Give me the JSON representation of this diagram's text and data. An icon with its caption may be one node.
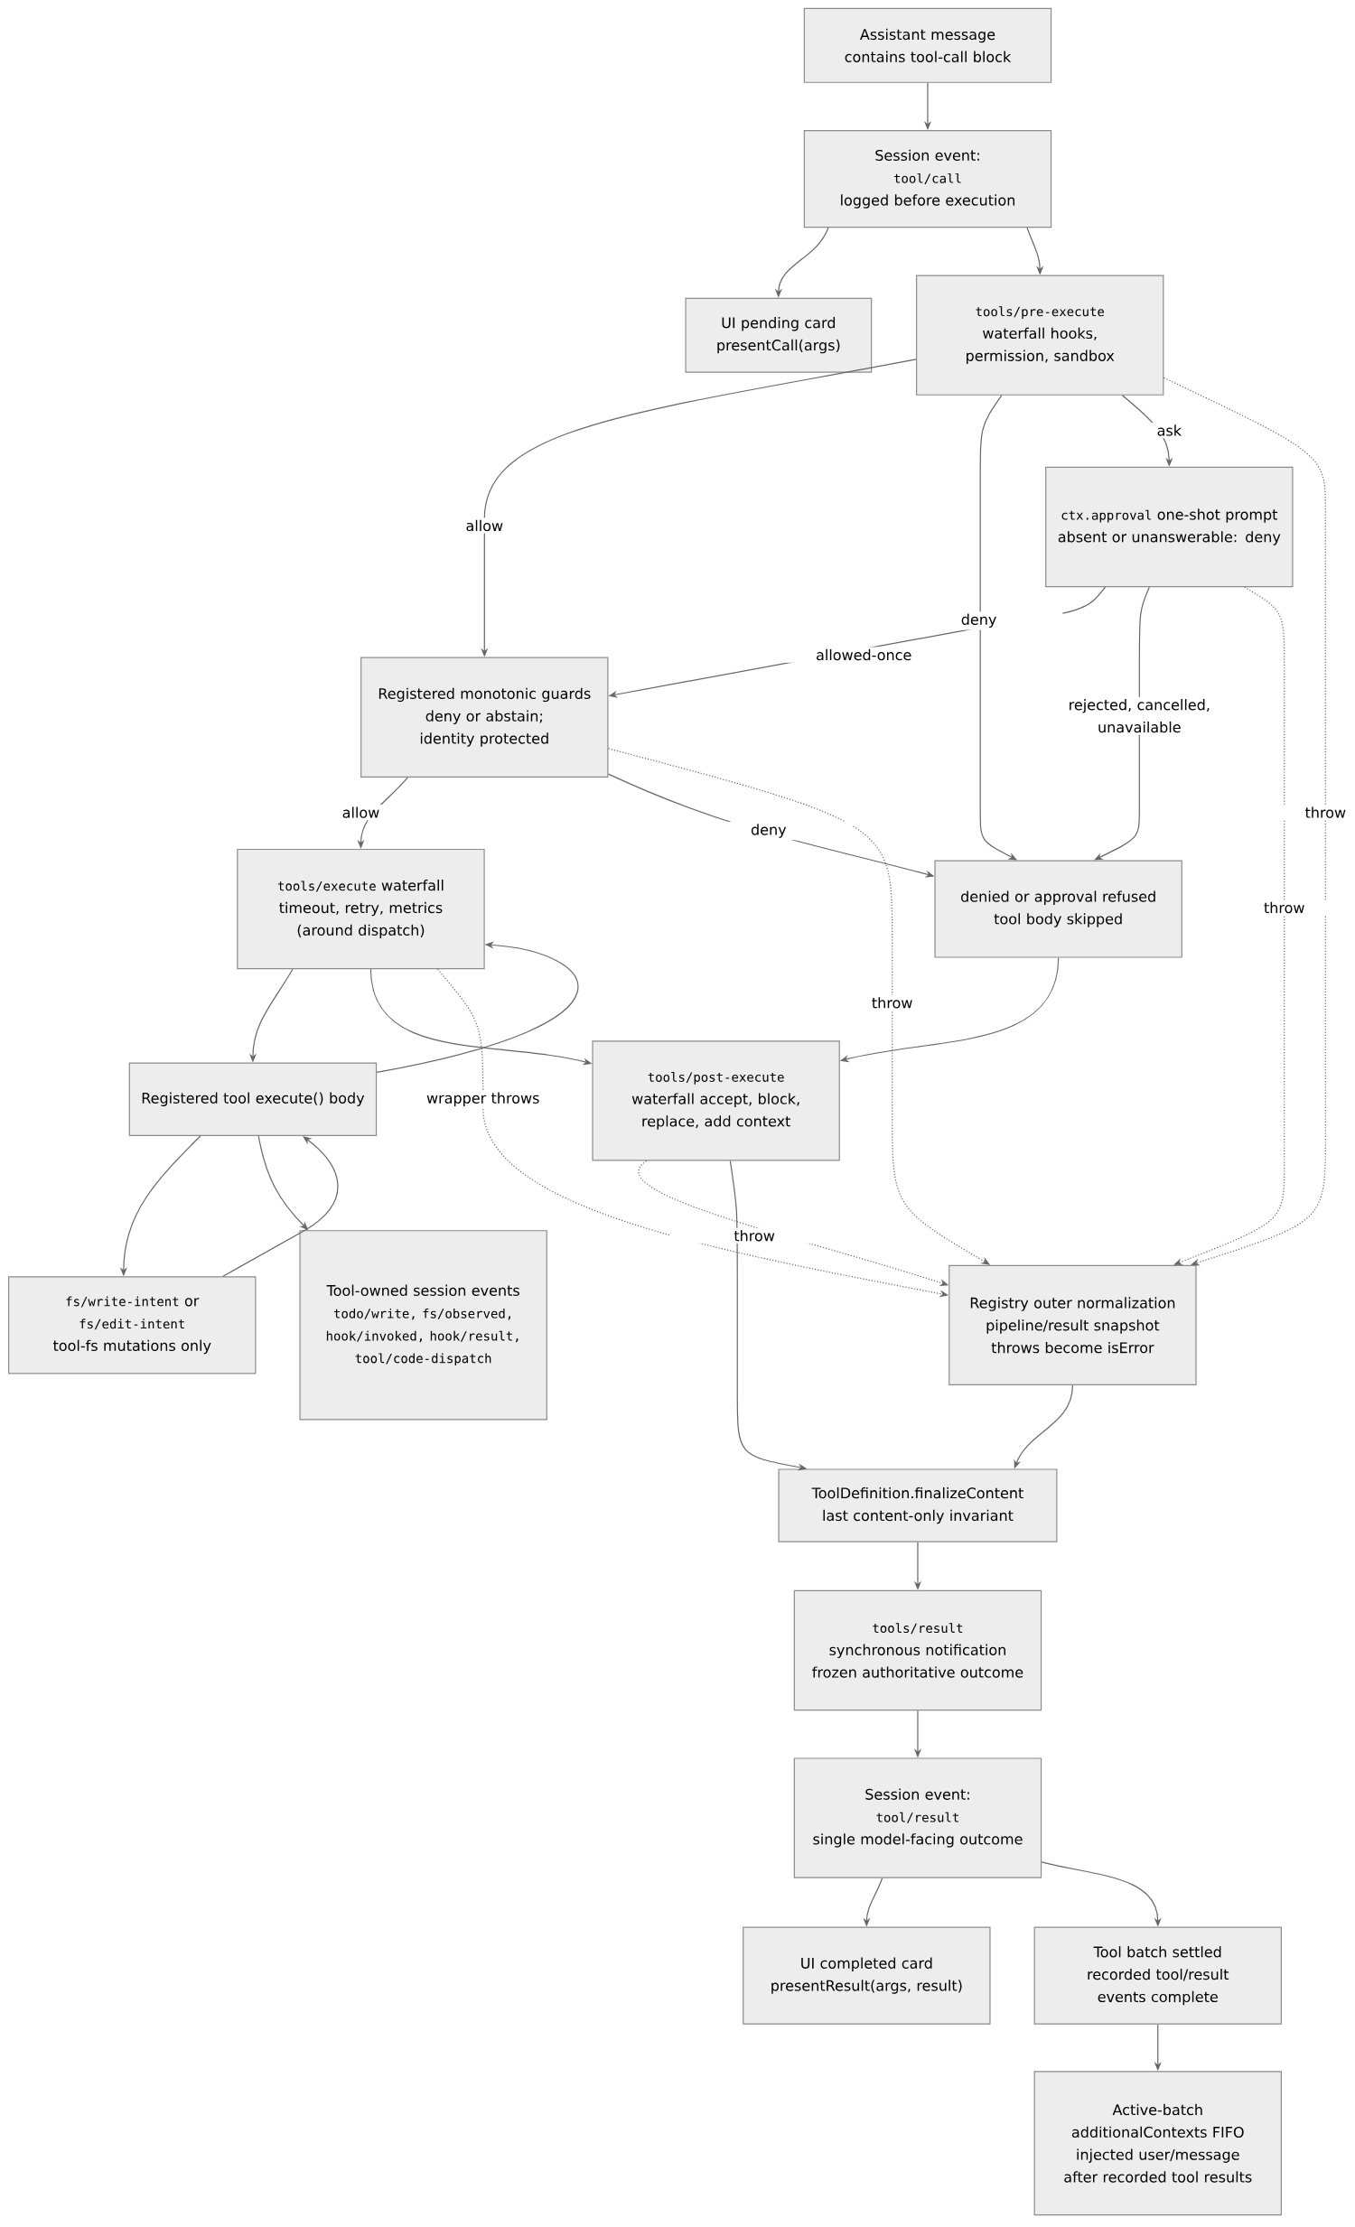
{
  "diagram": {
    "nodes": [
      {
        "text": [
          "Assistant message contains tool-call block"
        ]
      },
      {
        "text": [
          "Session event:",
          "tool/call",
          "logged before execution"
        ]
      },
      {
        "text": [
          "UI pending card presentCall(args)"
        ]
      },
      {
        "text": [
          "tools/pre-execute",
          "waterfall hooks, permission, sandbox"
        ]
      },
      {
        "text": [
          "ctx.approval",
          "one-shot prompt absent or unanswerable: deny"
        ]
      },
      {
        "text": [
          "Registered monotonic guards",
          "deny or abstain; identity protected"
        ]
      },
      {
        "text": [
          "tools/execute",
          "waterfall timeout, retry, metrics (around dispatch)"
        ]
      },
      {
        "text": [
          "denied or approval refused",
          "tool body skipped"
        ]
      },
      {
        "text": [
          "Registered tool execute() body"
        ]
      },
      {
        "text": [
          "tools/post-execute",
          "waterfall accept, block, replace, add context"
        ]
      },
      {
        "text": [
          "fs/write-intent",
          "or",
          "fs/edit-intent",
          "tool-fs mutations only"
        ]
      },
      {
        "text": [
          "Tool-owned session events",
          "todo/write, fs/observed, hook/invoked, hook/result, tool/code-dispatch"
        ]
      },
      {
        "text": [
          "Registry outer normalization",
          "pipeline/result snapshot",
          "throws become isError"
        ]
      },
      {
        "text": [
          "ToolDefinition.finalizeContent",
          "last content-only invariant"
        ]
      },
      {
        "text": [
          "tools/result",
          "synchronous notification",
          "frozen authoritative outcome"
        ]
      },
      {
        "text": [
          "Session event:",
          "tool/result",
          "single model-facing outcome"
        ]
      },
      {
        "text": [
          "UI completed card",
          "presentResult(args, result)"
        ]
      },
      {
        "text": [
          "Tool batch settled",
          "recorded tool/result events complete"
        ]
      },
      {
        "text": [
          "Active-batch",
          "additionalContexts FIFO injected user/message after recorded tool results"
        ]
      }
    ],
    "edges": [
      {
        "from": 0,
        "to": 1,
        "arrow": "to"
      },
      {
        "from": 1,
        "to": 2,
        "arrow": "to"
      },
      {
        "from": 1,
        "to": 3,
        "arrow": "to"
      },
      {
        "from": 3,
        "to": 5,
        "arrow": "to",
        "label": "allow"
      },
      {
        "from": 3,
        "to": 7,
        "arrow": "to",
        "label": "deny"
      },
      {
        "from": 3,
        "to": 4,
        "arrow": "to",
        "label": "ask"
      },
      {
        "from": 3,
        "to": 12,
        "arrow": "to",
        "label": "throw",
        "style": "dashed"
      },
      {
        "from": 4,
        "to": 5,
        "arrow": "to",
        "label": "allowed-once"
      },
      {
        "from": 4,
        "to": 7,
        "arrow": "to",
        "label": "rejected, cancelled, unavailable"
      },
      {
        "from": 4,
        "to": 12,
        "arrow": "to",
        "label": "throw",
        "style": "dashed"
      },
      {
        "from": 5,
        "to": 6,
        "arrow": "to",
        "label": "allow"
      },
      {
        "from": 5,
        "to": 7,
        "arrow": "to",
        "label": "deny"
      },
      {
        "from": 5,
        "to": 12,
        "arrow": "to",
        "label": "throw",
        "style": "dashed"
      },
      {
        "from": 6,
        "to": 8,
        "arrow": "to"
      },
      {
        "from": 6,
        "to": 9,
        "arrow": "to"
      },
      {
        "from": 6,
        "to": 12,
        "arrow": "to",
        "label": "wrapper throws",
        "style": "dashed"
      },
      {
        "from": 8,
        "to": 6,
        "arrow": "to"
      },
      {
        "from": 8,
        "to": 10,
        "arrow": "to"
      },
      {
        "from": 8,
        "to": 11,
        "arrow": "to"
      },
      {
        "from": 10,
        "to": 8,
        "arrow": "to"
      },
      {
        "from": 7,
        "to": 9,
        "arrow": "to"
      },
      {
        "from": 9,
        "to": 12,
        "arrow": "to",
        "label": "throw",
        "style": "dashed"
      },
      {
        "from": 9,
        "to": 13,
        "arrow": "to"
      },
      {
        "from": 12,
        "to": 13,
        "arrow": "to"
      },
      {
        "from": 13,
        "to": 14,
        "arrow": "to"
      },
      {
        "from": 14,
        "to": 15,
        "arrow": "to"
      },
      {
        "from": 15,
        "to": 16,
        "arrow": "to"
      },
      {
        "from": 15,
        "to": 17,
        "arrow": "to"
      },
      {
        "from": 17,
        "to": 18,
        "arrow": "to"
      }
    ]
  }
}
